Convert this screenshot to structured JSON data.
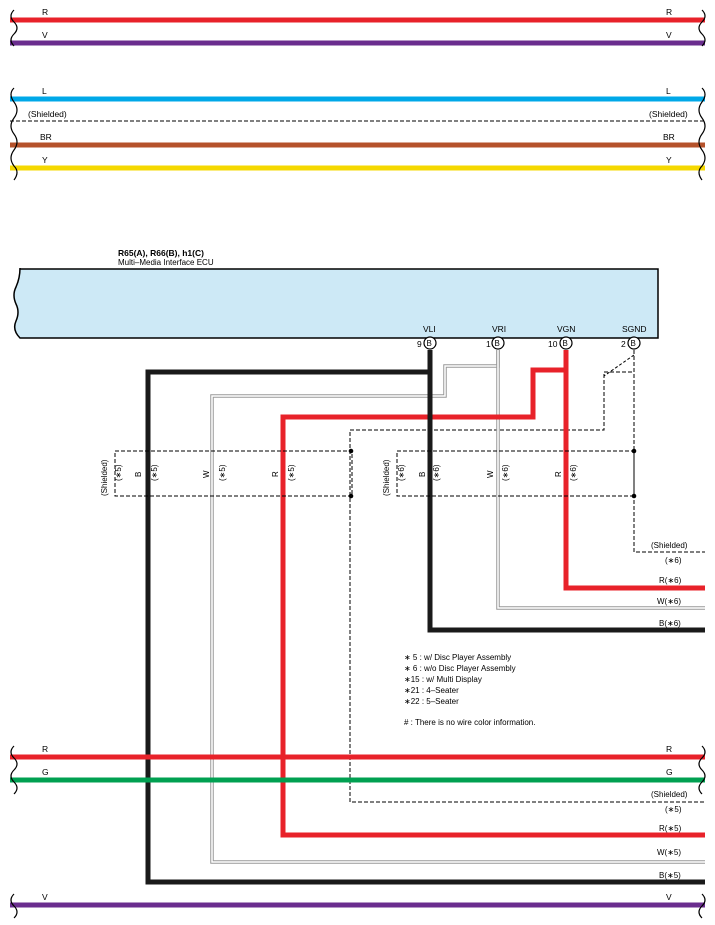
{
  "colors": {
    "red": "#e8222a",
    "violet": "#6a2d8e",
    "blue": "#00a8e8",
    "brown": "#b5522b",
    "yellow": "#f5d800",
    "green": "#00a051",
    "black": "#1a1a1a",
    "white_wire": "#999999",
    "ecu_fill": "#cde9f6"
  },
  "bus_top": [
    {
      "label_left": "R",
      "label_right": "R",
      "color": "red"
    },
    {
      "label_left": "V",
      "label_right": "V",
      "color": "violet"
    },
    {
      "label_left": "L",
      "label_right": "L",
      "color": "blue"
    },
    {
      "label_left": "(Shielded)",
      "label_right": "(Shielded)",
      "color": "shield"
    },
    {
      "label_left": "BR",
      "label_right": "BR",
      "color": "brown"
    },
    {
      "label_left": "Y",
      "label_right": "Y",
      "color": "yellow"
    }
  ],
  "bus_bottom": [
    {
      "label_left": "R",
      "label_right": "R",
      "color": "red"
    },
    {
      "label_left": "G",
      "label_right": "G",
      "color": "green"
    },
    {
      "label_left": "V",
      "label_right": "V",
      "color": "violet"
    }
  ],
  "ecu": {
    "title": "R65(A), R66(B), h1(C)",
    "subtitle": "Multi–Media Interface ECU",
    "terminals": [
      {
        "name": "VLI",
        "pin": "9",
        "conn": "B"
      },
      {
        "name": "VRI",
        "pin": "1",
        "conn": "B"
      },
      {
        "name": "VGN",
        "pin": "10",
        "conn": "B"
      },
      {
        "name": "SGND",
        "pin": "2",
        "conn": "B"
      }
    ]
  },
  "shield_box_5": {
    "shielded": "(Shielded)",
    "shielded_tag": "(∗5)",
    "wires": [
      {
        "color": "B",
        "tag": "(∗5)"
      },
      {
        "color": "W",
        "tag": "(∗5)"
      },
      {
        "color": "R",
        "tag": "(∗5)"
      }
    ]
  },
  "shield_box_6": {
    "shielded": "(Shielded)",
    "shielded_tag": "(∗6)",
    "wires": [
      {
        "color": "B",
        "tag": "(∗6)"
      },
      {
        "color": "W",
        "tag": "(∗6)"
      },
      {
        "color": "R",
        "tag": "(∗6)"
      }
    ]
  },
  "right_outputs_6": {
    "shielded": "(Shielded)",
    "shielded_tag": "(∗6)",
    "r": "R(∗6)",
    "w": "W(∗6)",
    "b": "B(∗6)"
  },
  "right_outputs_5": {
    "shielded": "(Shielded)",
    "shielded_tag": "(∗5)",
    "r": "R(∗5)",
    "w": "W(∗5)",
    "b": "B(∗5)"
  },
  "legend": [
    "∗ 5 : w/ Disc Player Assembly",
    "∗ 6 : w/o Disc Player Assembly",
    "∗15 : w/ Multi Display",
    "∗21 : 4–Seater",
    "∗22 : 5–Seater"
  ],
  "legend_note": "# : There is no wire color information."
}
